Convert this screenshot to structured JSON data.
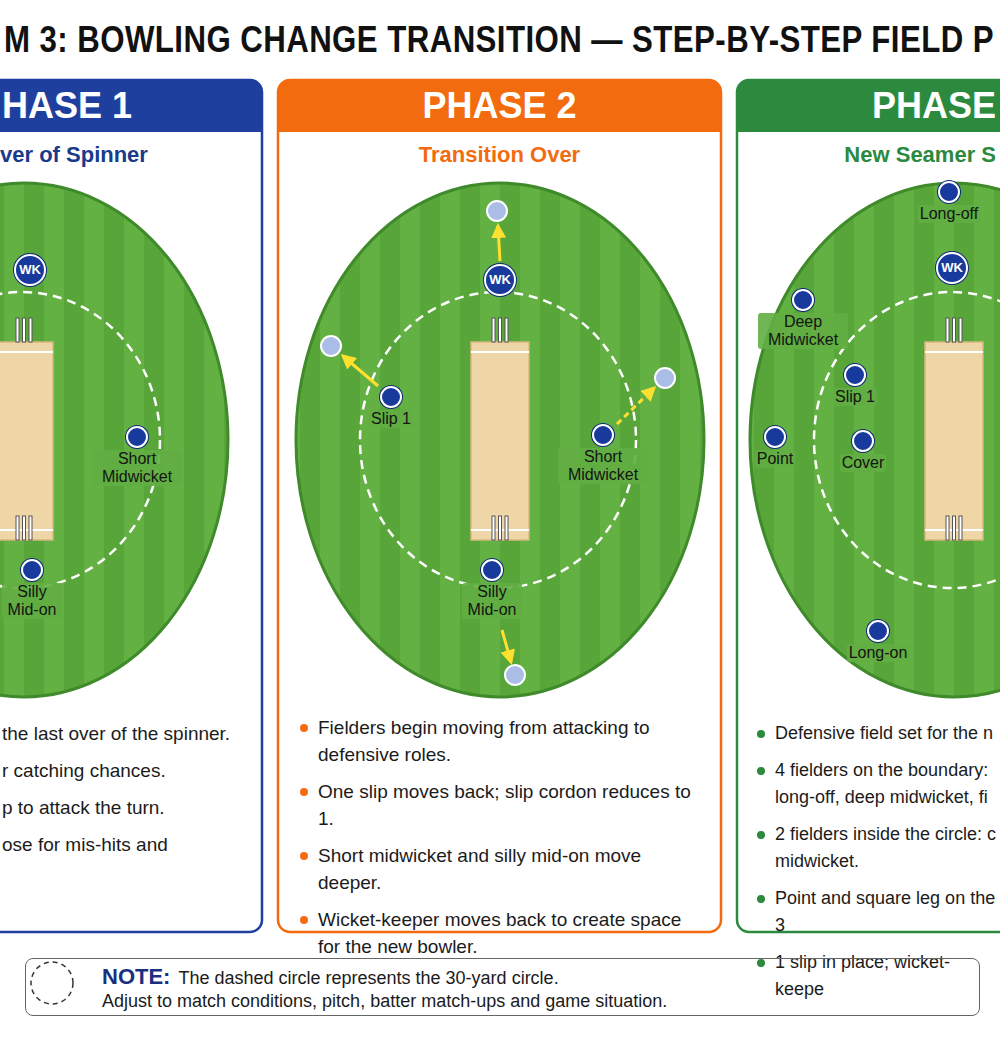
{
  "diagram": {
    "title": "M 3: BOWLING CHANGE TRANSITION — STEP-BY-STEP FIELD P",
    "nodes": [
      {
        "text": [
          "HASE 1",
          "ver of Spinner",
          "the last over of the spinner.",
          "r catching chances.",
          "p to attack the turn.",
          "ose for mis-hits and"
        ]
      },
      {
        "text": [
          "WK"
        ],
        "in": 0
      },
      {
        "text": [
          "Short Midwicket"
        ],
        "in": 0
      },
      {
        "text": [
          "Silly Mid-on"
        ],
        "in": 0
      },
      {
        "text": [
          "PHASE 2",
          "Transition Over",
          "Fielders begin moving from attacking to defensive roles.",
          "One slip moves back; slip cordon reduces to 1.",
          "Short midwicket and silly mid-on move deeper.",
          "Wicket-keeper moves back to create space for the new bowler."
        ]
      },
      {
        "text": [
          "WK"
        ],
        "in": 4
      },
      {
        "text": [
          "Slip 1"
        ],
        "in": 4
      },
      {
        "text": [
          "Short Midwicket"
        ],
        "in": 4
      },
      {
        "text": [
          "Silly Mid-on"
        ],
        "in": 4
      },
      {
        "text": [
          "PHASE",
          "New Seamer S",
          "Defensive field set for the n",
          "4 fielders on the boundary: long-off, deep midwicket, fi",
          "2 fielders inside the circle: c midwicket.",
          "Point and square leg on the 3",
          "1 slip in place; wicket-keepe"
        ]
      },
      {
        "text": [
          "Long-off"
        ],
        "in": 9
      },
      {
        "text": [
          "WK"
        ],
        "in": 9
      },
      {
        "text": [
          "Deep Midwicket"
        ],
        "in": 9
      },
      {
        "text": [
          "Slip 1"
        ],
        "in": 9
      },
      {
        "text": [
          "Point"
        ],
        "in": 9
      },
      {
        "text": [
          "Cover"
        ],
        "in": 9
      },
      {
        "text": [
          "Long-on"
        ],
        "in": 9
      },
      {
        "text": [
          "NOTE:",
          "The dashed circle represents the 30-yard circle.",
          "Adjust to match conditions, pitch, batter match-ups and game situation."
        ]
      }
    ]
  }
}
